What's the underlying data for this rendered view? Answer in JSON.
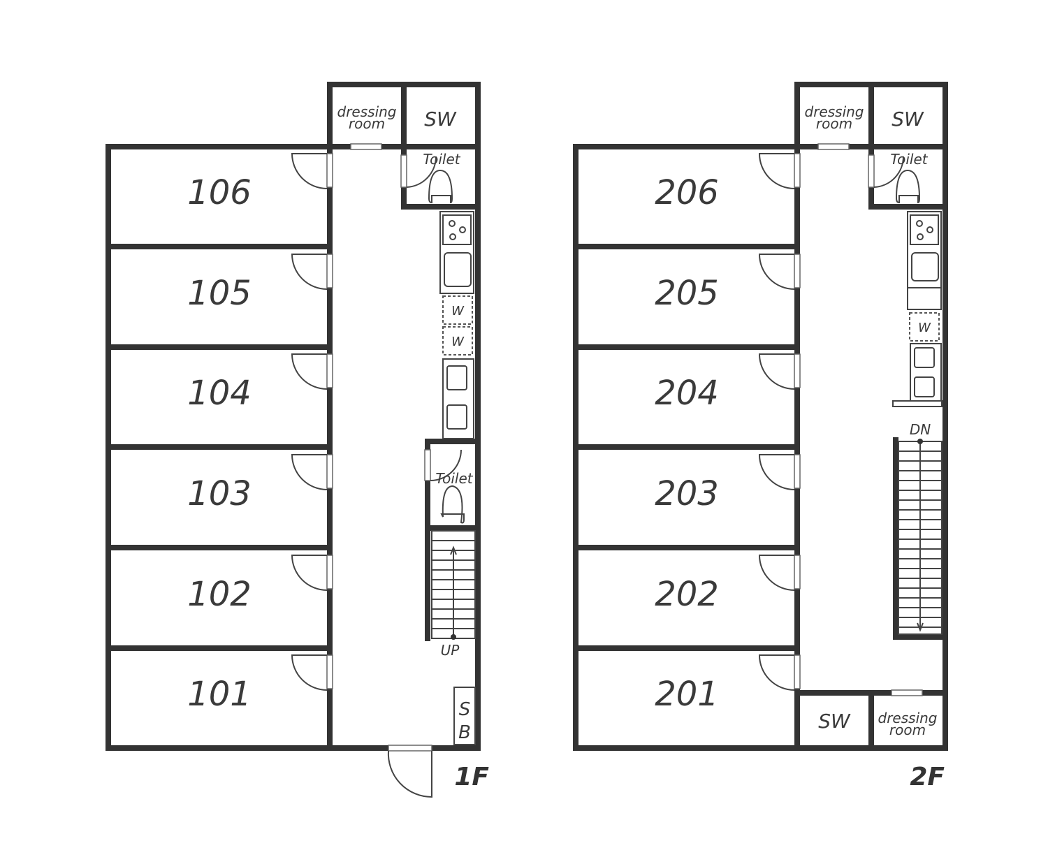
{
  "floors": [
    {
      "label": "1F",
      "rooms": [
        "106",
        "105",
        "104",
        "103",
        "102",
        "101"
      ],
      "dressing": "dressing room",
      "sw": "SW",
      "toilet_top": "Toilet",
      "toilet_mid": "Toilet",
      "washer": "W",
      "stairs": "UP",
      "sb_top": "S",
      "sb_bottom": "B"
    },
    {
      "label": "2F",
      "rooms": [
        "206",
        "205",
        "204",
        "203",
        "202",
        "201"
      ],
      "dressing_top": "dressing room",
      "sw_top": "SW",
      "toilet_top": "Toilet",
      "washer": "W",
      "stairs": "DN",
      "sw_bottom": "SW",
      "dressing_bottom": "dressing room"
    }
  ]
}
